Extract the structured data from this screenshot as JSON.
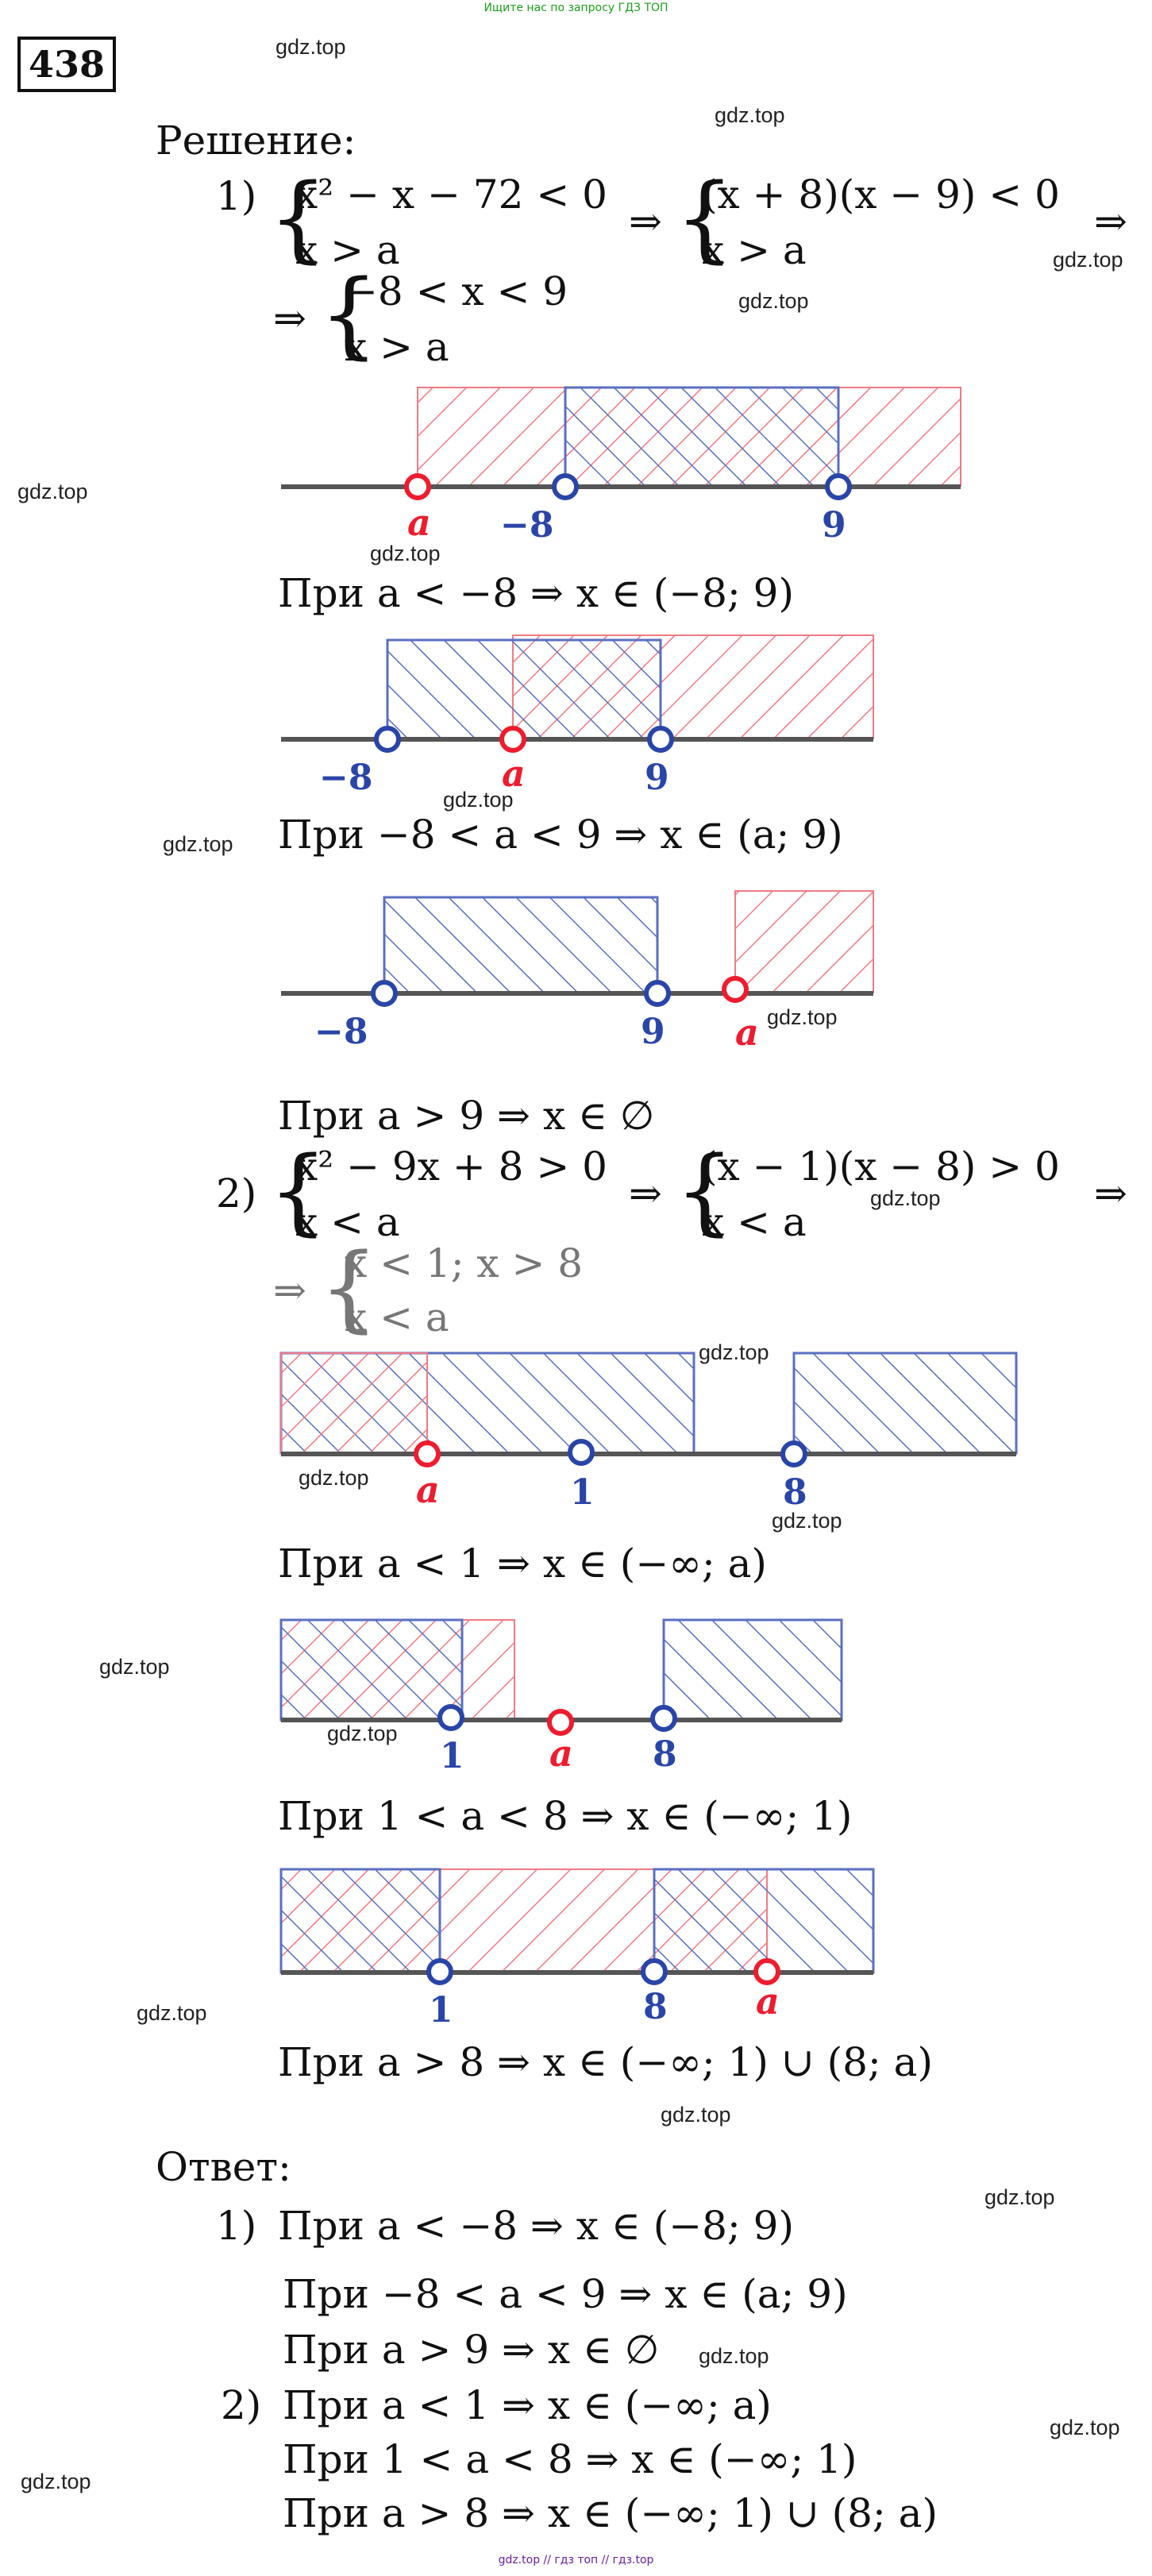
{
  "banner_top": "Ищите нас по запросу ГДЗ ТОП",
  "banner_bottom": "gdz.top  //  гдз топ  //  гдз.top",
  "problem_number": "438",
  "watermark": "gdz.top",
  "solution_title": "Решение:",
  "answer_title": "Ответ:",
  "part1": {
    "num": "1)",
    "sys1": [
      "x² − x − 72 < 0",
      "x > a"
    ],
    "implies": "⇒",
    "sys2": [
      "(x + 8)(x − 9) < 0",
      "x > a"
    ],
    "sys3": [
      "−8 < x < 9",
      "x > a"
    ],
    "cases": [
      "При a < −8 ⇒ x ∈ (−8; 9)",
      "При −8 < a < 9 ⇒ x ∈ (a; 9)",
      "При a > 9 ⇒ x ∈ ∅"
    ]
  },
  "part2": {
    "num": "2)",
    "sys1": [
      "x² − 9x + 8 > 0",
      "x < a"
    ],
    "sys2": [
      "(x − 1)(x − 8) > 0",
      "x < a"
    ],
    "sys3": [
      "x < 1; x > 8",
      "x < a"
    ],
    "cases": [
      "При a < 1 ⇒ x ∈ (−∞; a)",
      "При 1 < a < 8 ⇒ x ∈ (−∞; 1)",
      "При a > 8 ⇒ x ∈ (−∞; 1) ∪ (8; a)"
    ]
  },
  "labels": {
    "a": "a",
    "m8": "−8",
    "n9": "9",
    "n1": "1",
    "n8": "8"
  },
  "answer": {
    "p1_num": "1)",
    "p1": [
      "При a < −8 ⇒ x ∈ (−8; 9)",
      "При −8 < a < 9 ⇒ x ∈ (a; 9)",
      "При a > 9 ⇒ x ∈ ∅"
    ],
    "p2_num": "2)",
    "p2": [
      "При a < 1 ⇒ x ∈ (−∞; a)",
      "При 1 < a < 8 ⇒ x ∈ (−∞; 1)",
      "При a > 8 ⇒ x ∈ (−∞; 1) ∪ (8; a)"
    ]
  },
  "colors": {
    "red": "#ee1c2e",
    "blue": "#2a45a8",
    "axis": "#555555"
  }
}
